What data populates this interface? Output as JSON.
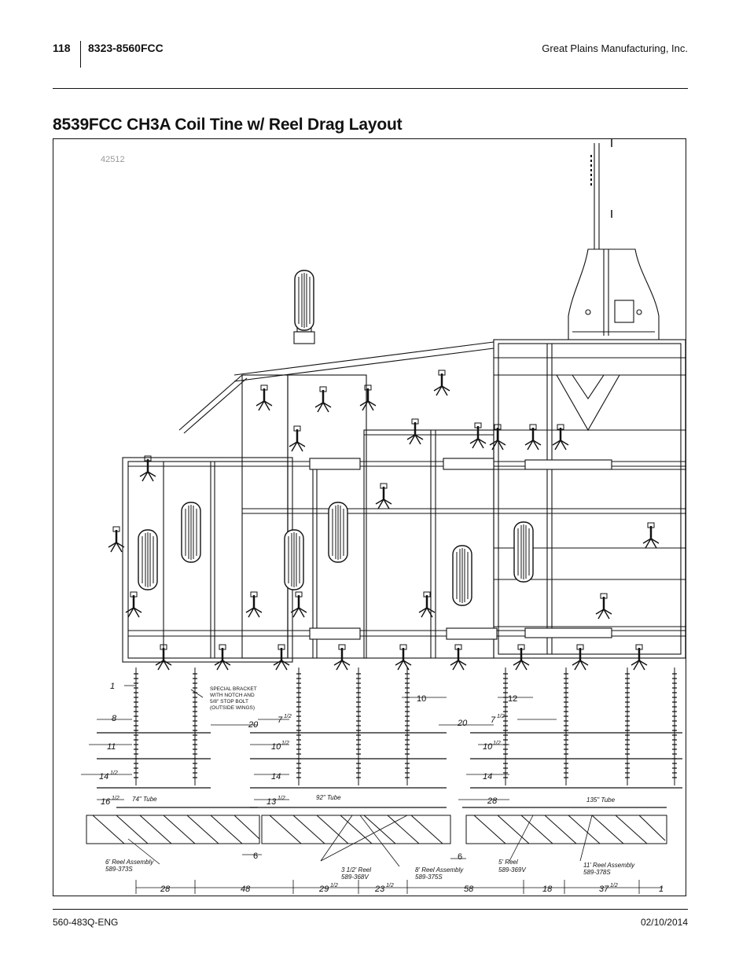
{
  "header": {
    "page_number": "118",
    "model": "8323-8560FCC",
    "company": "Great Plains Manufacturing, Inc."
  },
  "title": "8539FCC CH3A Coil Tine w/ Reel Drag Layout",
  "figure": {
    "id": "42512",
    "callouts": {
      "item1": "1",
      "bracket_note": [
        "SPECIAL BRACKET",
        "WITH NOTCH AND",
        "5/8\" STOP BOLT",
        "(OUTSIDE WINGS)"
      ],
      "dim_10": "10",
      "dim_12": "12",
      "left_8": "8",
      "left_11": "11",
      "left_14h_whole": "14",
      "left_14h_frac": "1/2",
      "left_16h_whole": "16",
      "left_16h_frac": "1/2",
      "left_20": "20",
      "left_tube": "74\" Tube",
      "mid_7h_whole": "7",
      "mid_7h_frac": "1/2",
      "mid_10h_whole": "10",
      "mid_10h_frac": "1/2",
      "mid_14": "14",
      "mid_13h_whole": "13",
      "mid_13h_frac": "1/2",
      "mid_tube": "92\" Tube",
      "right_20": "20",
      "right_7h_whole": "7",
      "right_7h_frac": "1/2",
      "right_10h_whole": "10",
      "right_10h_frac": "1/2",
      "right_14": "14",
      "right_28": "28",
      "right_tube": "135\" Tube",
      "dim_6a": "6",
      "dim_6b": "6",
      "reel6": [
        "6' Reel Assembly",
        "589-373S"
      ],
      "reel35": [
        "3 1/2' Reel",
        "589-368V"
      ],
      "reel8": [
        "8' Reel Assembly",
        "589-375S"
      ],
      "reel5": [
        "5' Reel",
        "589-369V"
      ],
      "reel11": [
        "11' Reel Assembly",
        "589-378S"
      ],
      "bot_28": "28",
      "bot_48": "48",
      "bot_29h_whole": "29",
      "bot_29h_frac": "1/2",
      "bot_23h_whole": "23",
      "bot_23h_frac": "1/2",
      "bot_58": "58",
      "bot_18": "18",
      "bot_37h_whole": "37",
      "bot_37h_frac": "1/2",
      "bot_1": "1"
    }
  },
  "footer": {
    "doc_number": "560-483Q-ENG",
    "date": "02/10/2014"
  }
}
